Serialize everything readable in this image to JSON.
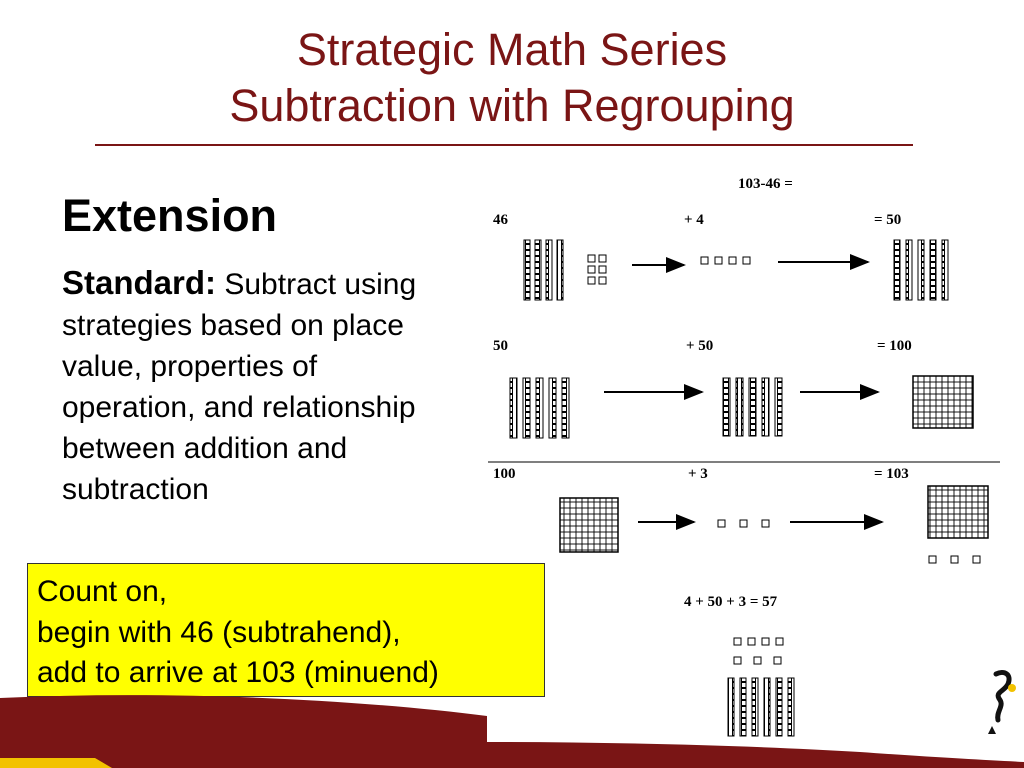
{
  "title": {
    "line1": "Strategic Math Series",
    "line2": "Subtraction with Regrouping"
  },
  "extension_heading": "Extension",
  "standard": {
    "label": "Standard:",
    "text": "Subtract using strategies based on place value, properties of operation, and relationship between addition and subtraction"
  },
  "callout": {
    "lines": [
      "Count on,",
      "begin with 46 (subtrahend),",
      "add to arrive at 103 (minuend)"
    ]
  },
  "diagram": {
    "problem": "103-46 =",
    "rows": [
      {
        "start": "46",
        "add": "+ 4",
        "result": "= 50"
      },
      {
        "start": "50",
        "add": "+ 50",
        "result": "= 100"
      },
      {
        "start": "100",
        "add": "+ 3",
        "result": "= 103"
      }
    ],
    "total": "4 + 50 + 3 = 57"
  },
  "colors": {
    "title": "#7a1515",
    "footer_band": "#7a1515",
    "footer_accent": "#f2c200",
    "callout_bg": "#ffff00"
  }
}
